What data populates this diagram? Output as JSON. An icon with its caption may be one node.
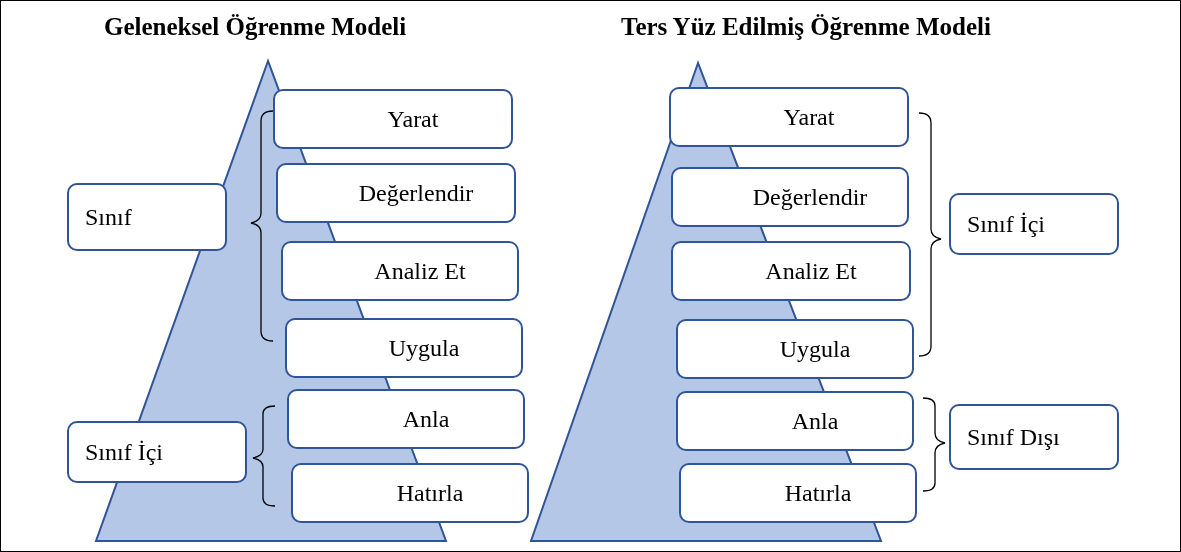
{
  "diagram": {
    "nodes": [
      {
        "text": [
          "Sınıf"
        ]
      },
      {
        "text": [
          "Yarat"
        ]
      },
      {
        "text": [
          "Değerlendir"
        ]
      },
      {
        "text": [
          "Analiz Et"
        ]
      },
      {
        "text": [
          "Uygula"
        ]
      },
      {
        "text": [
          "Sınıf İçi"
        ]
      },
      {
        "text": [
          "Anla"
        ]
      },
      {
        "text": [
          "Hatırla"
        ]
      },
      {
        "text": [
          "Yarat"
        ]
      },
      {
        "text": [
          "Değerlendir"
        ]
      },
      {
        "text": [
          "Analiz Et"
        ]
      },
      {
        "text": [
          "Uygula"
        ]
      },
      {
        "text": [
          "Sınıf İçi"
        ]
      },
      {
        "text": [
          "Anla"
        ]
      },
      {
        "text": [
          "Sınıf Dışı"
        ]
      },
      {
        "text": [
          "Hatırla"
        ]
      }
    ],
    "labels": [
      "Geleneksel Öğrenme Modeli",
      "Ters Yüz Edilmiş Öğrenme Modeli"
    ]
  }
}
